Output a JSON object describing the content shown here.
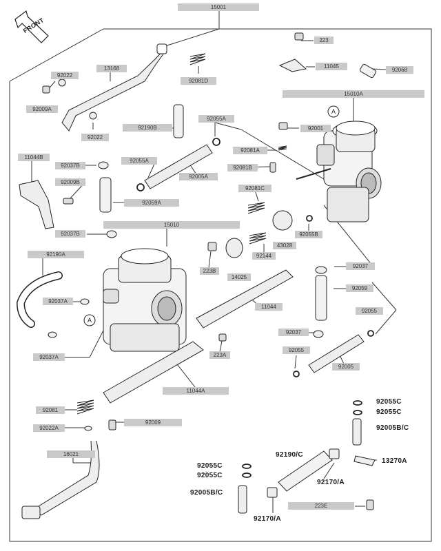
{
  "orientation_badge": "FRONT",
  "callouts": {
    "c15001": "15001",
    "c223": "223",
    "c11045": "11045",
    "c92068": "92068",
    "c15010A": "15010A",
    "c92022a": "92022",
    "c13168": "13168",
    "c92009A": "92009A",
    "c92022b": "92022",
    "c92081D": "92081D",
    "c92190B": "92190B",
    "c92055A_top": "92055A",
    "c92001": "92001",
    "c92081A": "92081A",
    "c11044B": "11044B",
    "c92037B_a": "92037B",
    "c92055A_mid": "92055A",
    "c92081B": "92081B",
    "c92009B": "92009B",
    "c92005A": "92005A",
    "c92081C": "92081C",
    "c92059A": "92059A",
    "c92037B_b": "92037B",
    "c15010": "15010",
    "c92055B": "92055B",
    "c43028": "43028",
    "c92190A": "92190A",
    "c223B": "223B",
    "c14025": "14025",
    "c92144": "92144",
    "c92037_r": "92037",
    "c92059": "92059",
    "c92037A_a": "92037A",
    "c11044": "11044",
    "c92055_r": "92055",
    "c92037A_b": "92037A",
    "c92037_m": "92037",
    "c223A": "223A",
    "c92055_m": "92055",
    "c92005": "92005",
    "c11044A": "11044A",
    "c92081": "92081",
    "c92009": "92009",
    "c92022A": "92022A",
    "c16021": "16021",
    "c223E": "223E",
    "circle_A_top": "A",
    "circle_A_left": "A"
  },
  "bold_callouts": {
    "b92055C_1": "92055C",
    "b92055C_2": "92055C",
    "b92005BC_r": "92005B/C",
    "b92190C": "92190/C",
    "b13270A": "13270A",
    "b92055C_3": "92055C",
    "b92055C_4": "92055C",
    "b92170A_r": "92170/A",
    "b92005BC_l": "92005B/C",
    "b92170A_l": "92170/A"
  }
}
